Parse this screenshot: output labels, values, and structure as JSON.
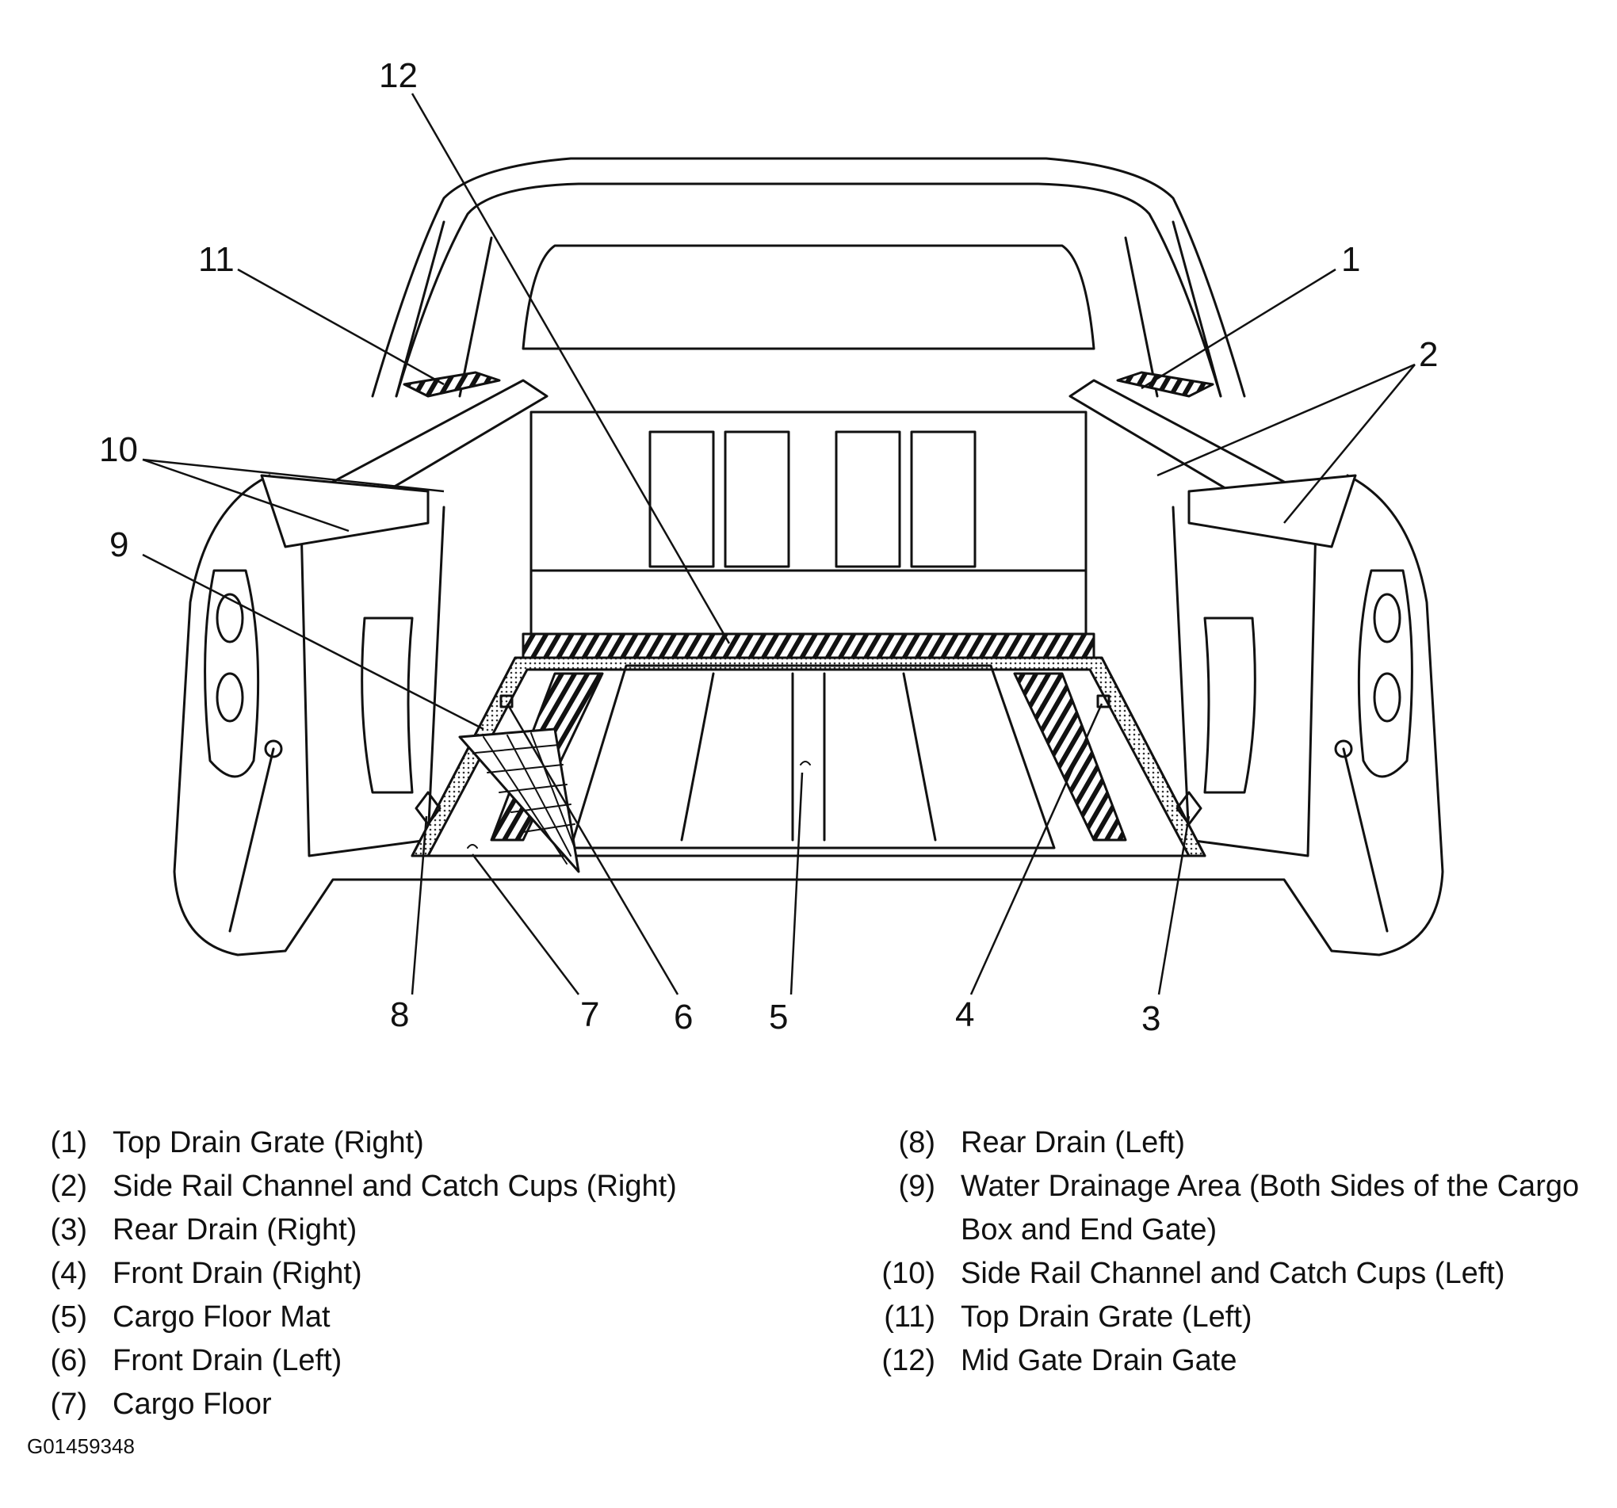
{
  "callouts": [
    "1",
    "2",
    "3",
    "4",
    "5",
    "6",
    "7",
    "8",
    "9",
    "10",
    "11",
    "12"
  ],
  "legend_left": [
    {
      "num": "(1)",
      "text": "Top Drain Grate (Right)"
    },
    {
      "num": "(2)",
      "text": "Side Rail Channel and Catch Cups (Right)"
    },
    {
      "num": "(3)",
      "text": "Rear Drain (Right)"
    },
    {
      "num": "(4)",
      "text": "Front Drain (Right)"
    },
    {
      "num": "(5)",
      "text": "Cargo Floor Mat"
    },
    {
      "num": "(6)",
      "text": "Front Drain (Left)"
    },
    {
      "num": "(7)",
      "text": "Cargo Floor"
    }
  ],
  "legend_right": [
    {
      "num": "(8)",
      "text": "Rear Drain (Left)"
    },
    {
      "num": "(9)",
      "text": "Water Drainage Area (Both Sides of the Cargo Box and End Gate)"
    },
    {
      "num": "(10)",
      "text": "Side Rail Channel and Catch Cups (Left)"
    },
    {
      "num": "(11)",
      "text": "Top Drain Grate (Left)"
    },
    {
      "num": "(12)",
      "text": "Mid Gate Drain Gate"
    }
  ],
  "figure_id": "G01459348"
}
